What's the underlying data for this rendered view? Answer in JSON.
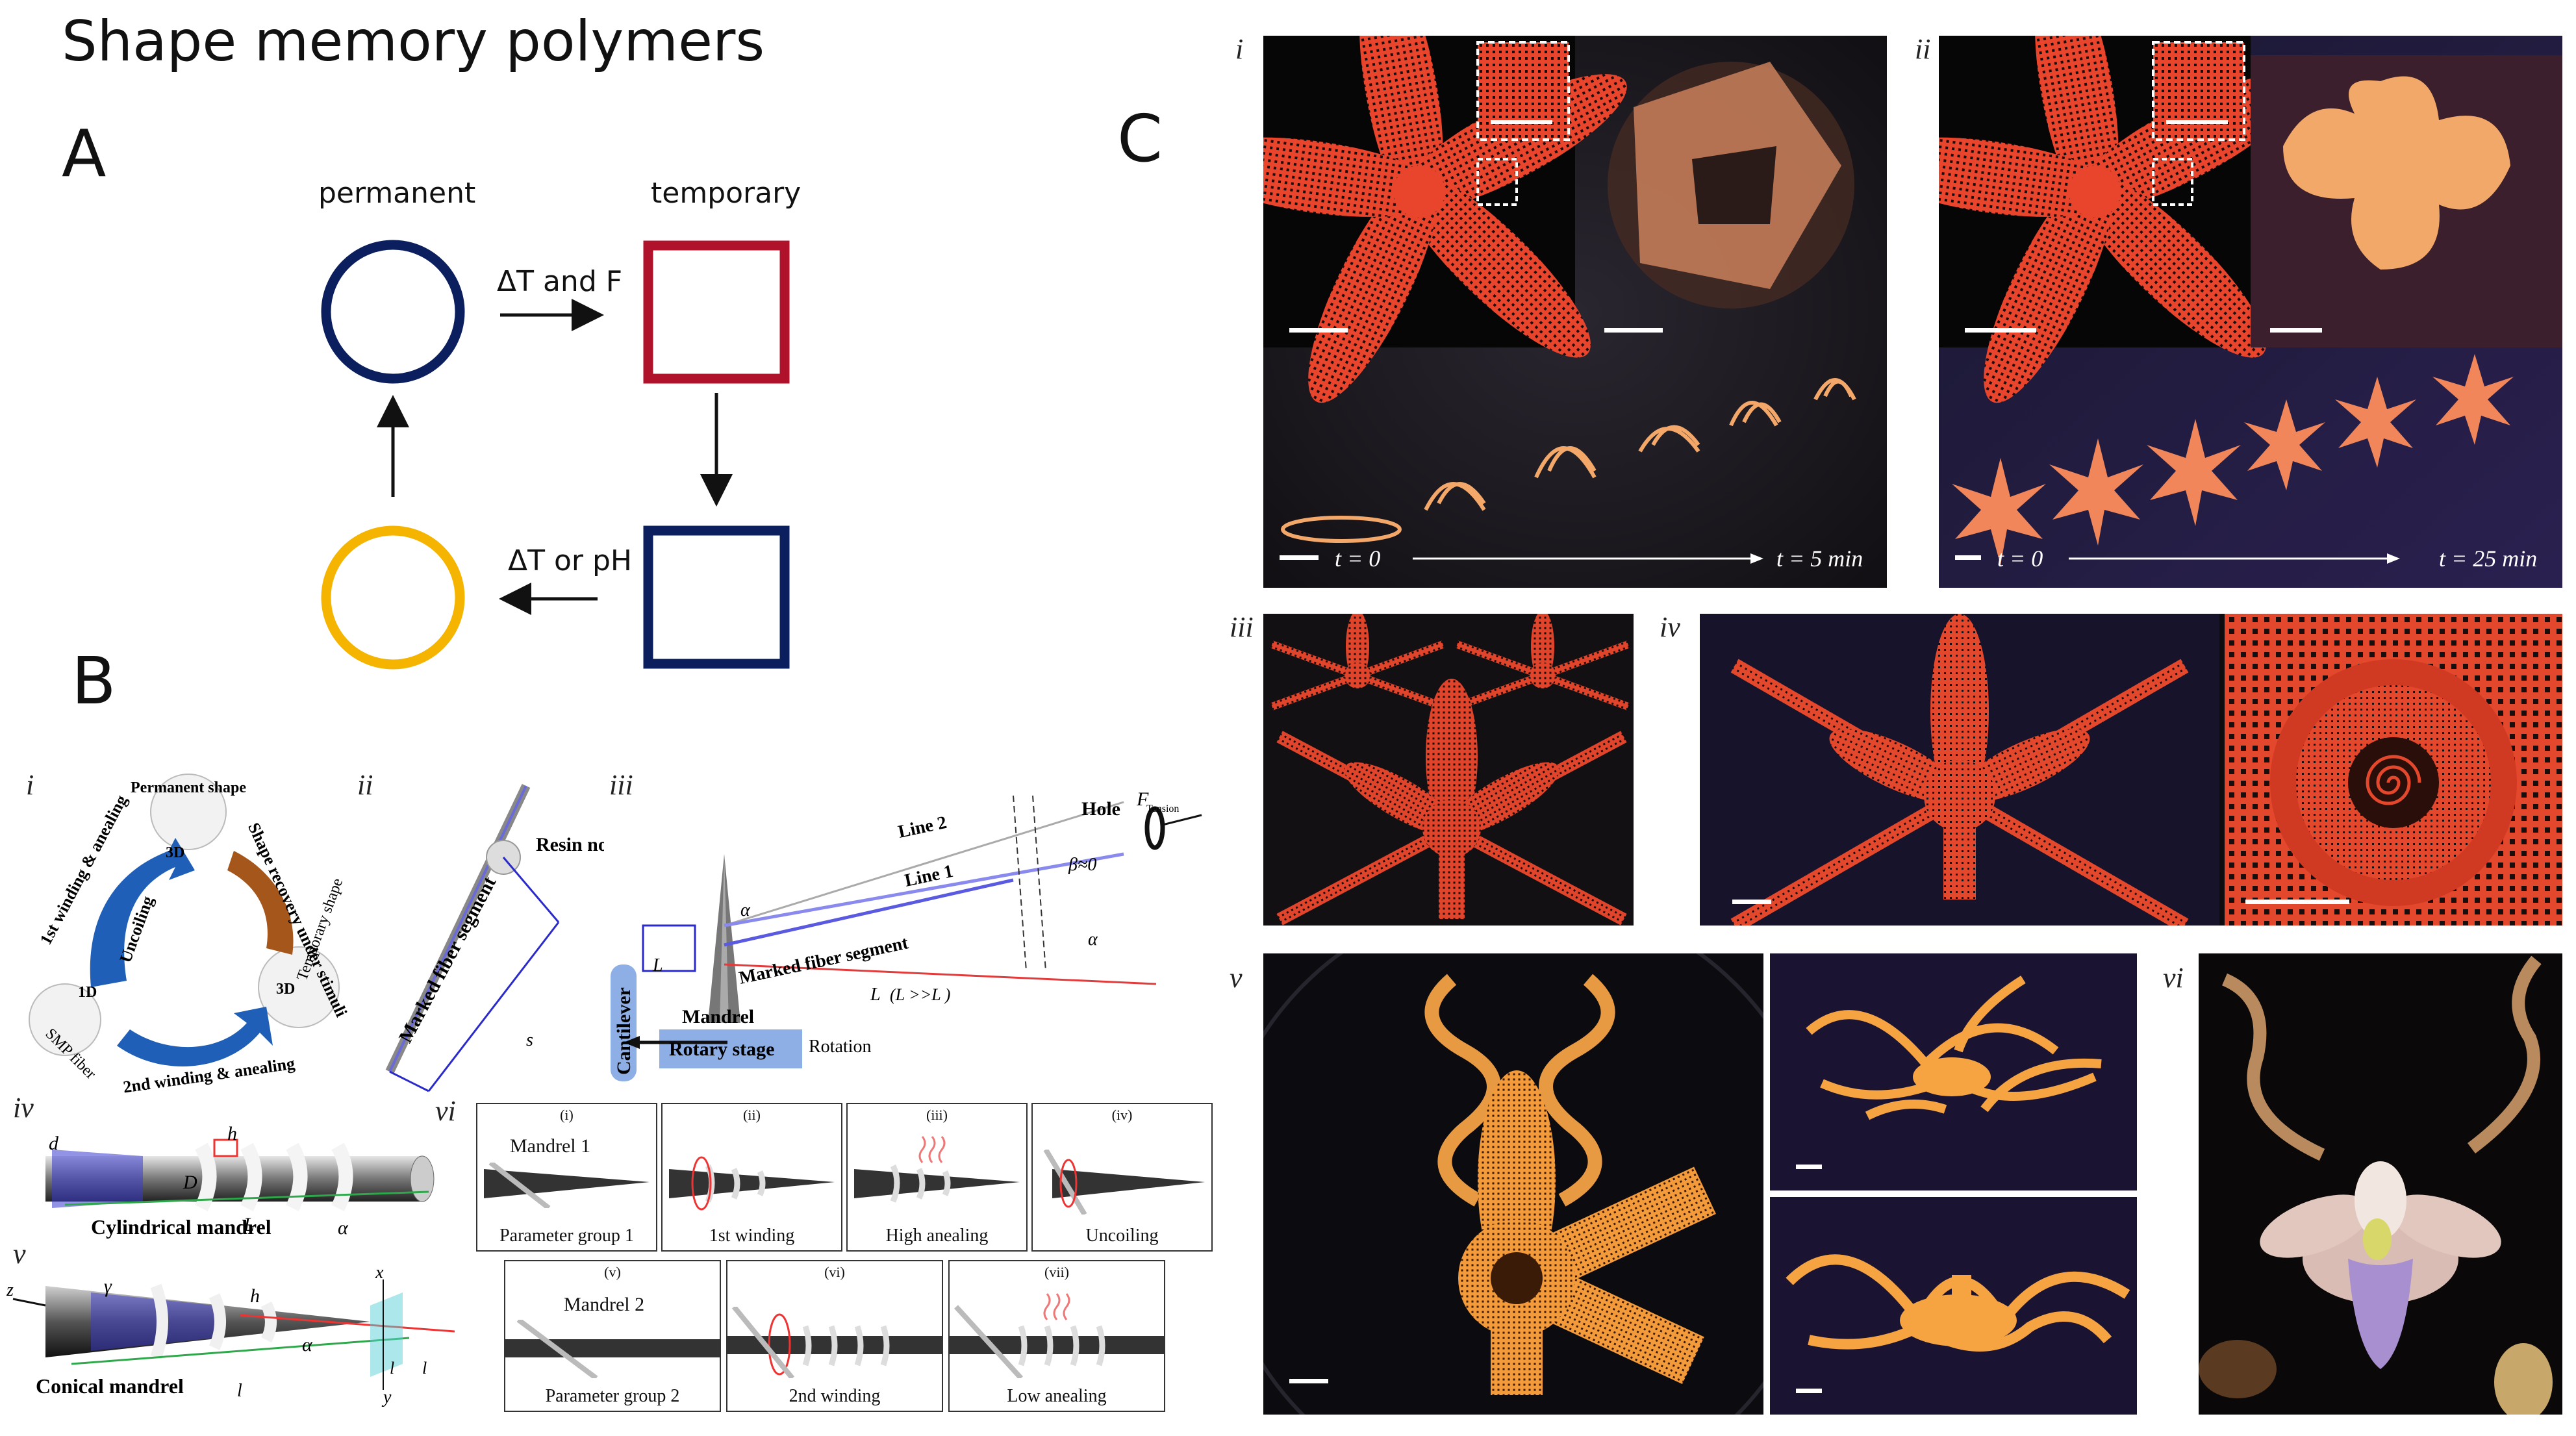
{
  "title": "Shape memory polymers",
  "panels": {
    "a": "A",
    "b": "B",
    "c": "C"
  },
  "panel_a": {
    "permanent": "permanent",
    "temporary": "temporary",
    "arrow_top": "ΔT and F",
    "arrow_bottom": "ΔT or pH",
    "colors": {
      "navy": "#0b1f5e",
      "red": "#b0112b",
      "yellow": "#f4b400"
    }
  },
  "panel_b": {
    "roman": [
      "i",
      "ii",
      "iii",
      "iv",
      "v",
      "vi"
    ],
    "i": {
      "permanent_shape": "Permanent shape",
      "shape_recovery": "Shape recovery under stimuli",
      "winding1": "1st winding & anealing",
      "uncoiling": "Uncoiling",
      "winding2": "2nd winding & anealing",
      "temporary_shape": "Temporary shape",
      "smp_fiber": "SMP fiber",
      "d3a": "3D",
      "d3b": "3D",
      "d1": "1D"
    },
    "ii": {
      "resin_node": "Resin node",
      "marked": "Marked fiber segment",
      "sm": "s"
    },
    "iii": {
      "line2": "Line 2",
      "line1": "Line 1",
      "hole": "Hole",
      "ftension": "F",
      "ftension_sub": "Tension",
      "beta": "β≈0",
      "alpha_m": "α",
      "marked": "Marked fiber segment",
      "ls": "L",
      "lh": "L",
      "lh_cond": "(L >>L )",
      "mandrel": "Mandrel",
      "cantilever": "Cantilever",
      "rotary": "Rotary stage",
      "rotation": "Rotation"
    },
    "iv": {
      "caption": "Cylindrical mandrel",
      "d": "d",
      "h": "h",
      "D": "D",
      "L": "L",
      "alpha": "α"
    },
    "v": {
      "caption": "Conical mandrel",
      "gamma": "γ",
      "h": "h",
      "alpha": "α",
      "x": "x",
      "y": "y",
      "z": "z",
      "l0": "l",
      "le1": "l",
      "le2": "l"
    },
    "vi_row1": [
      {
        "num": "(i)",
        "title": "Mandrel 1",
        "caption": "Parameter group 1"
      },
      {
        "num": "(ii)",
        "title": "",
        "caption": "1st winding"
      },
      {
        "num": "(iii)",
        "title": "",
        "caption": "High anealing"
      },
      {
        "num": "(iv)",
        "title": "",
        "caption": "Uncoiling"
      }
    ],
    "vi_row2": [
      {
        "num": "(v)",
        "title": "Mandrel 2",
        "caption": "Parameter group 2"
      },
      {
        "num": "(vi)",
        "title": "",
        "caption": "2nd winding"
      },
      {
        "num": "(vii)",
        "title": "",
        "caption": "Low anealing"
      }
    ]
  },
  "panel_c": {
    "roman": [
      "i",
      "ii",
      "iii",
      "iv",
      "v",
      "vi"
    ],
    "i_t0": "t = 0",
    "i_t1": "t = 5 min",
    "ii_t0": "t = 0",
    "ii_t1": "t = 25 min",
    "colors": {
      "lattice": "#e8452c",
      "glow": "#f4a45a",
      "bg": "#0e0c0f"
    }
  }
}
